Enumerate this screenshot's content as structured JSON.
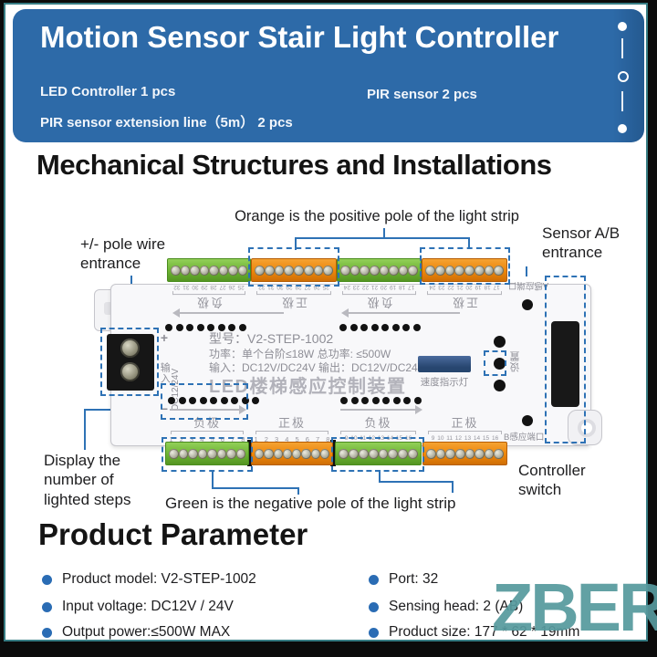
{
  "header": {
    "title": "Motion Sensor Stair Light Controller",
    "items": [
      "LED Controller  1 pcs",
      "PIR sensor  2 pcs",
      "PIR sensor  extension line（5m） 2 pcs"
    ]
  },
  "sections": {
    "mechanical": "Mechanical Structures and Installations",
    "parameters": "Product Parameter"
  },
  "annotations": {
    "orange_pole": "Orange is the positive pole of the light strip",
    "pole_wire": "+/- pole wire\nentrance",
    "sensor_entrance": "Sensor A/B\nentrance",
    "display_steps": "Display the\nnumber of\nlighted steps",
    "green_pole": "Green is the negative pole of the light strip",
    "controller_switch": "Controller\nswitch"
  },
  "device": {
    "model": "型号：V2-STEP-1002",
    "power": "功率：单个台阶≤18W 总功率: ≤500W",
    "io": "输入：DC12V/DC24V 输出：DC12V/DC24V",
    "name": "LED楼梯感应控制装置",
    "speed_indicator": "速度指示灯",
    "settings": "设置",
    "sensor_port_a": "A感应端口",
    "sensor_port_b": "B感应端口",
    "input_plus": "+",
    "input_label": "输入",
    "input_minus": "−",
    "input_voltage": "DC12/24V",
    "strips": {
      "top": [
        {
          "label": "负极",
          "nums": "25 26 27 28 29 30 31 32"
        },
        {
          "label": "正极",
          "nums": "25 26 27 28 29 30 31 32"
        },
        {
          "label": "负极",
          "nums": "17 18 19 20 21 22 23 24"
        },
        {
          "label": "正极",
          "nums": "17 18 19 20 21 22 23 24"
        }
      ],
      "bottom": [
        {
          "label": "负极",
          "nums": "1 2 3 4 5 6 7 8"
        },
        {
          "label": "正极",
          "nums": "1 2 3 4 5 6 7 8"
        },
        {
          "label": "负极",
          "nums": "9 10 11 12 13 14 15 16"
        },
        {
          "label": "正极",
          "nums": "9 10 11 12 13 14 15 16"
        }
      ]
    }
  },
  "parameters": {
    "left": [
      "Product model:  V2-STEP-1002",
      "Input voltage: DC12V / 24V",
      "Output power:≤500W MAX"
    ],
    "right": [
      "Port: 32",
      "Sensing head: 2 (AB)",
      "Product size: 177 * 62 * 19mm"
    ]
  },
  "watermark": "ZBER",
  "colors": {
    "header_blue": "#2d6aa8",
    "callout_blue": "#2e72b5",
    "frame_teal": "#377d84",
    "terminal_green": "#6cb232",
    "terminal_orange": "#ec860a",
    "watermark_teal": "#579a9e",
    "bullet_blue": "#2a6cb4"
  }
}
